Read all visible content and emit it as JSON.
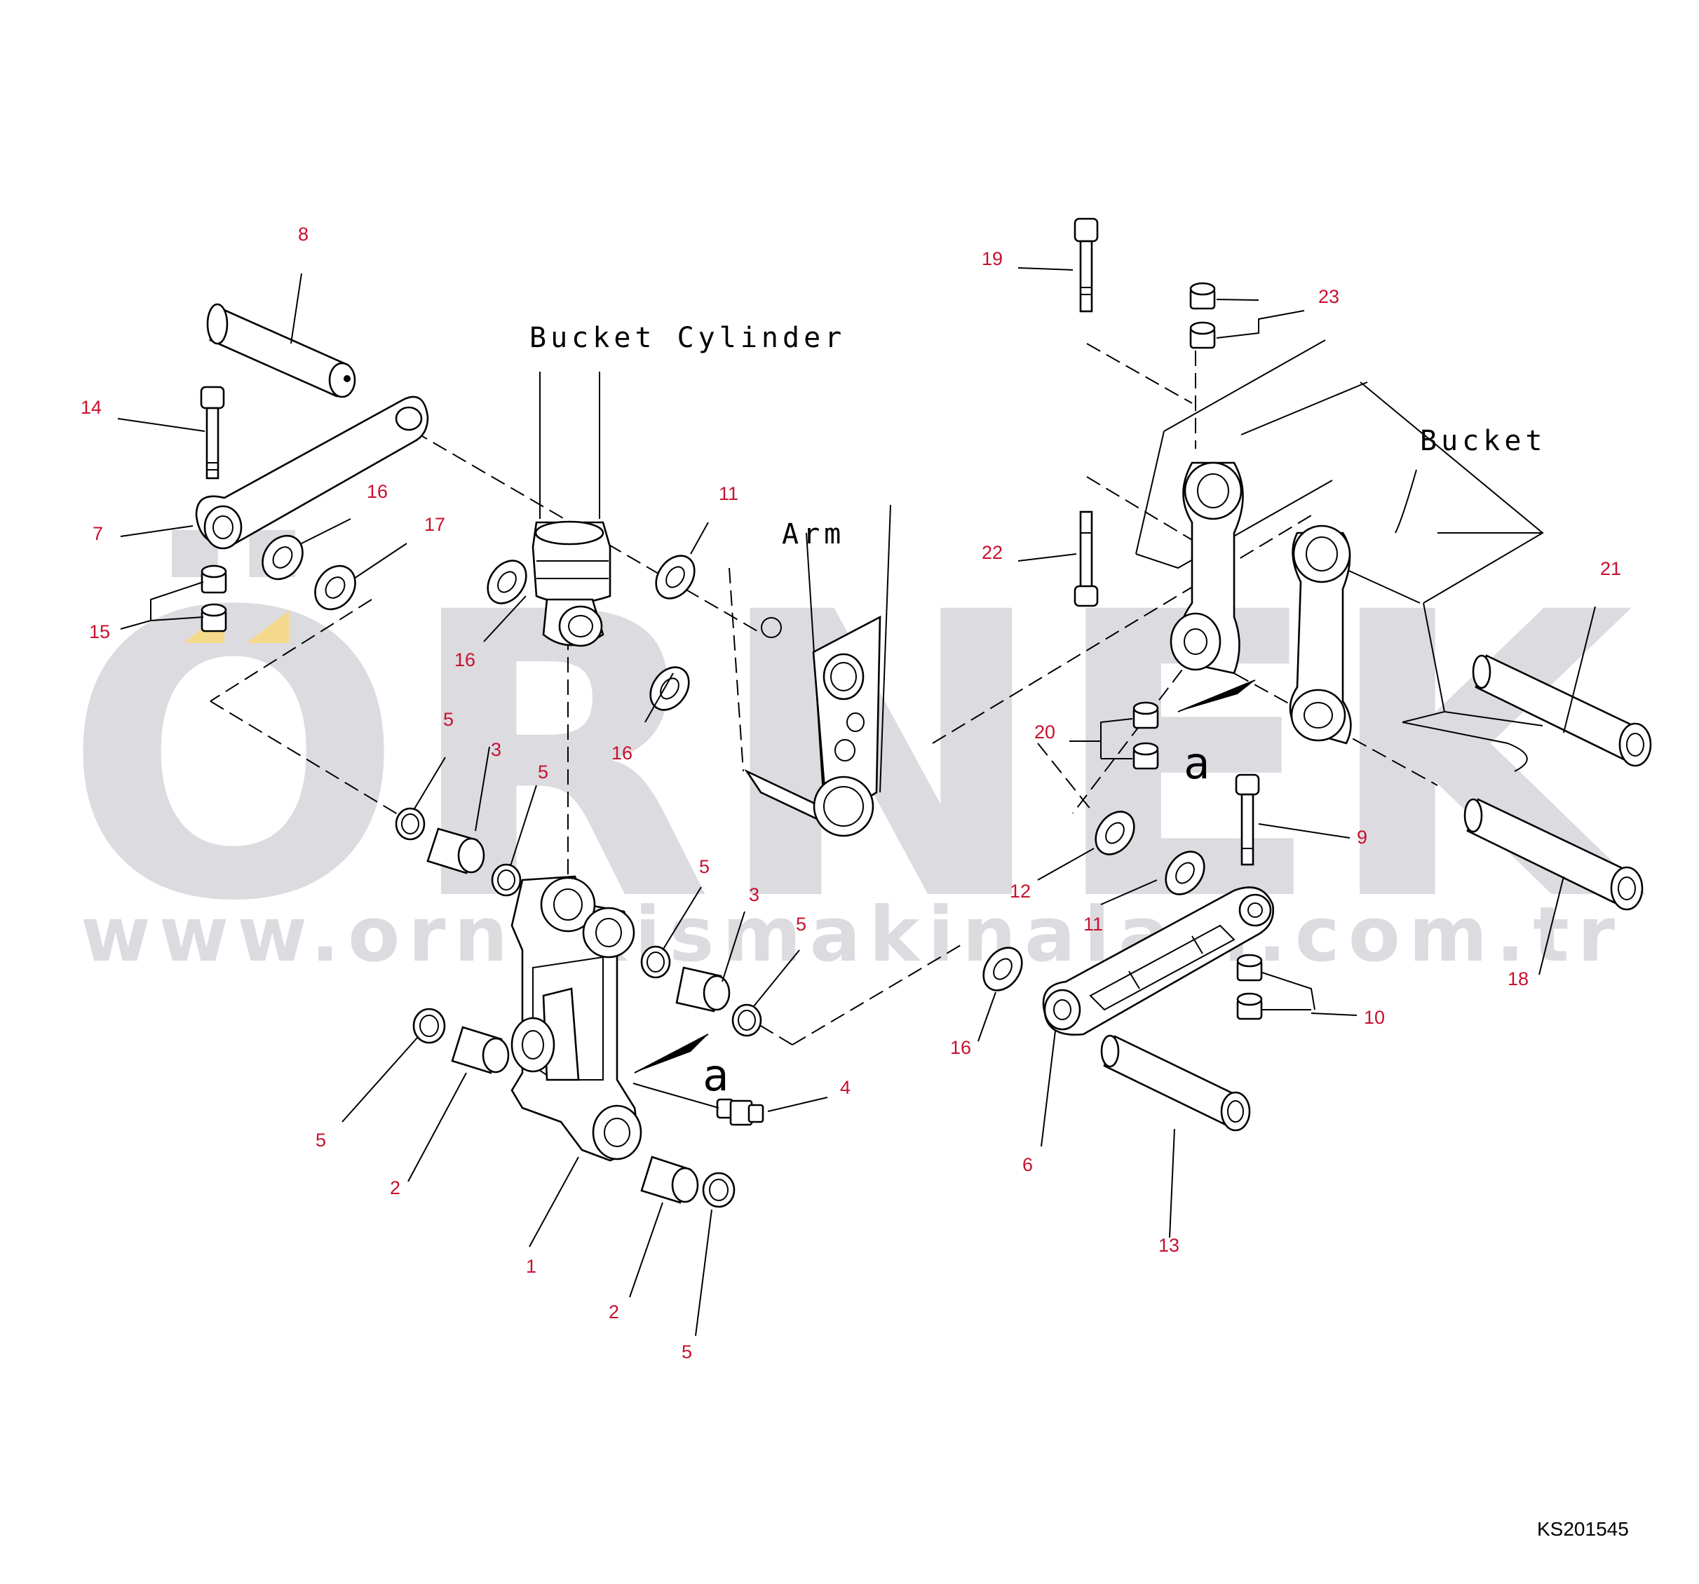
{
  "watermark": {
    "brand": "ÖRNEK",
    "url": "www.ornekismakinalari.com.tr",
    "color": "#dcdbe0"
  },
  "labels": {
    "bucket_cylinder": "Bucket Cylinder",
    "arm": "Arm",
    "bucket": "Bucket",
    "view_marker_a1": "a",
    "view_marker_a2": "a"
  },
  "drawing_code": "KS201545",
  "callout_color": "#c8102e",
  "callouts": [
    {
      "id": "c1",
      "number": "1"
    },
    {
      "id": "c2a",
      "number": "2"
    },
    {
      "id": "c2b",
      "number": "2"
    },
    {
      "id": "c3a",
      "number": "3"
    },
    {
      "id": "c3b",
      "number": "3"
    },
    {
      "id": "c4",
      "number": "4"
    },
    {
      "id": "c5a",
      "number": "5"
    },
    {
      "id": "c5b",
      "number": "5"
    },
    {
      "id": "c5c",
      "number": "5"
    },
    {
      "id": "c5d",
      "number": "5"
    },
    {
      "id": "c5e",
      "number": "5"
    },
    {
      "id": "c5f",
      "number": "5"
    },
    {
      "id": "c6",
      "number": "6"
    },
    {
      "id": "c7",
      "number": "7"
    },
    {
      "id": "c8",
      "number": "8"
    },
    {
      "id": "c9",
      "number": "9"
    },
    {
      "id": "c10",
      "number": "10"
    },
    {
      "id": "c11a",
      "number": "11"
    },
    {
      "id": "c11b",
      "number": "11"
    },
    {
      "id": "c12",
      "number": "12"
    },
    {
      "id": "c13",
      "number": "13"
    },
    {
      "id": "c14",
      "number": "14"
    },
    {
      "id": "c15",
      "number": "15"
    },
    {
      "id": "c16a",
      "number": "16"
    },
    {
      "id": "c16b",
      "number": "16"
    },
    {
      "id": "c16c",
      "number": "16"
    },
    {
      "id": "c16d",
      "number": "16"
    },
    {
      "id": "c17",
      "number": "17"
    },
    {
      "id": "c18",
      "number": "18"
    },
    {
      "id": "c19",
      "number": "19"
    },
    {
      "id": "c20",
      "number": "20"
    },
    {
      "id": "c21",
      "number": "21"
    },
    {
      "id": "c22",
      "number": "22"
    },
    {
      "id": "c23",
      "number": "23"
    }
  ]
}
